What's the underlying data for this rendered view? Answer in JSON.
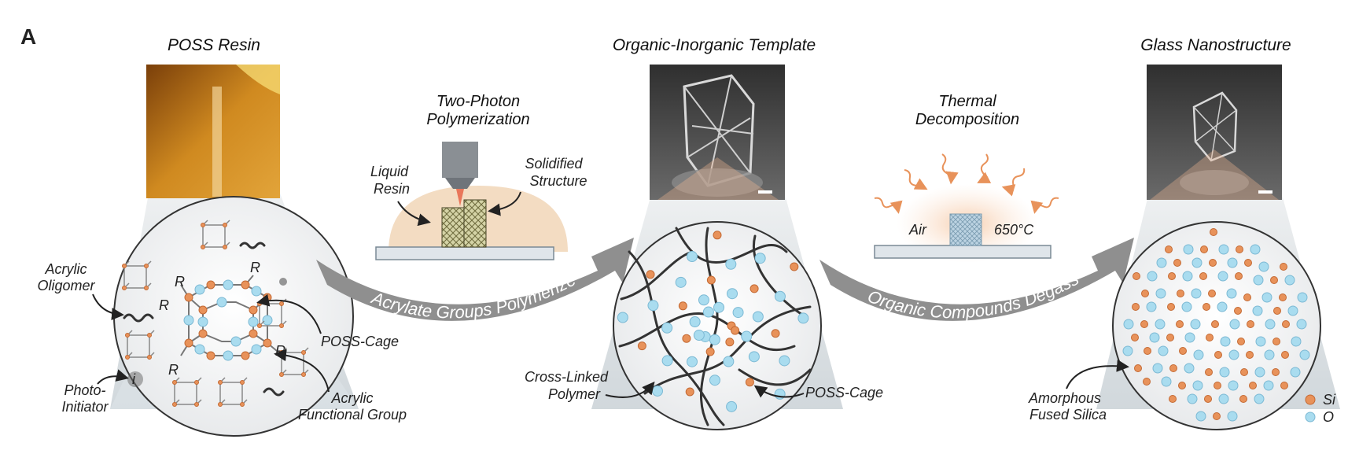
{
  "panel_letter": "A",
  "titles": {
    "resin": "POSS Resin",
    "template": "Organic-Inorganic Template",
    "glass": "Glass Nanostructure"
  },
  "steps": {
    "two_photon_line1": "Two-Photon",
    "two_photon_line2": "Polymerization",
    "thermal_line1": "Thermal",
    "thermal_line2": "Decomposition"
  },
  "labels": {
    "liquid_resin_1": "Liquid",
    "liquid_resin_2": "Resin",
    "solidified_1": "Solidified",
    "solidified_2": "Structure",
    "air": "Air",
    "temperature": "650°C",
    "acrylic_oligomer_1": "Acrylic",
    "acrylic_oligomer_2": "Oligomer",
    "photo_initiator_1": "Photo-",
    "photo_initiator_2": "Initiator",
    "poss_cage_1": "POSS-Cage",
    "acrylic_group_1": "Acrylic",
    "acrylic_group_2": "Functional Group",
    "cross_linked_1": "Cross-Linked",
    "cross_linked_2": "Polymer",
    "poss_cage_2": "POSS-Cage",
    "amorphous_1": "Amorphous",
    "amorphous_2": "Fused Silica",
    "r_group": "R",
    "initiator_symbol": "i"
  },
  "arrows": {
    "first": "Acrylate Groups Polymerize",
    "second": "Organic Compounds Degass"
  },
  "legend": {
    "si": "Si",
    "o": "O"
  },
  "colors": {
    "silicon": "#e8925a",
    "oxygen": "#a9dcef",
    "arrow": "#8a8a8a",
    "resin_photo": "#b86a12",
    "sem_bg": "#4a4a4a"
  }
}
